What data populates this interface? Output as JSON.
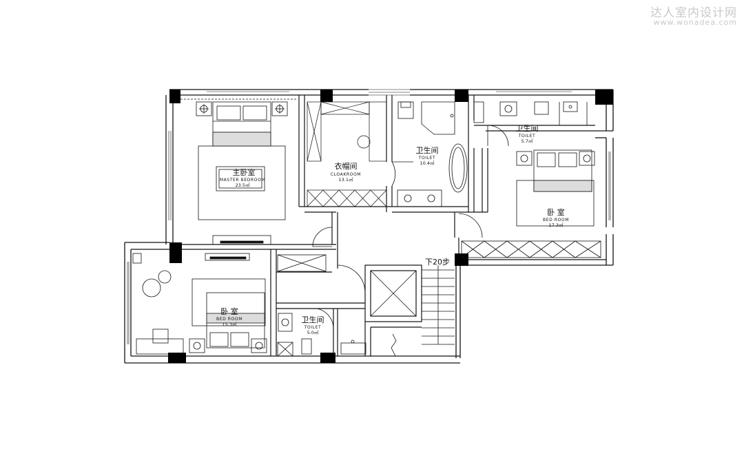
{
  "watermark": {
    "line1": "达人室内设计网",
    "line2": "www.wonadea.com"
  },
  "rooms": {
    "master_bedroom": {
      "cn": "主卧室",
      "en": "MASTER BEDROOM",
      "area": "23.5㎡"
    },
    "cloakroom": {
      "cn": "衣帽间",
      "en": "CLOAKROOM",
      "area": "13.1㎡"
    },
    "toilet_center": {
      "cn": "卫生间",
      "en": "TOILET",
      "area": "10.4㎡"
    },
    "toilet_right": {
      "cn": "卫生间",
      "en": "TOILET",
      "area": "5.7㎡"
    },
    "bedroom_right": {
      "cn": "卧 室",
      "en": "BED ROOM",
      "area": "17.3㎡"
    },
    "bedroom_left": {
      "cn": "卧 室",
      "en": "BED ROOM",
      "area": "15.3㎡"
    },
    "toilet_small": {
      "cn": "卫生间",
      "en": "TOILET",
      "area": "5.0㎡"
    }
  },
  "stair_note": "下20步",
  "colors": {
    "line": "#111111",
    "column": "#000000",
    "watermark": "#c9c9c9"
  }
}
